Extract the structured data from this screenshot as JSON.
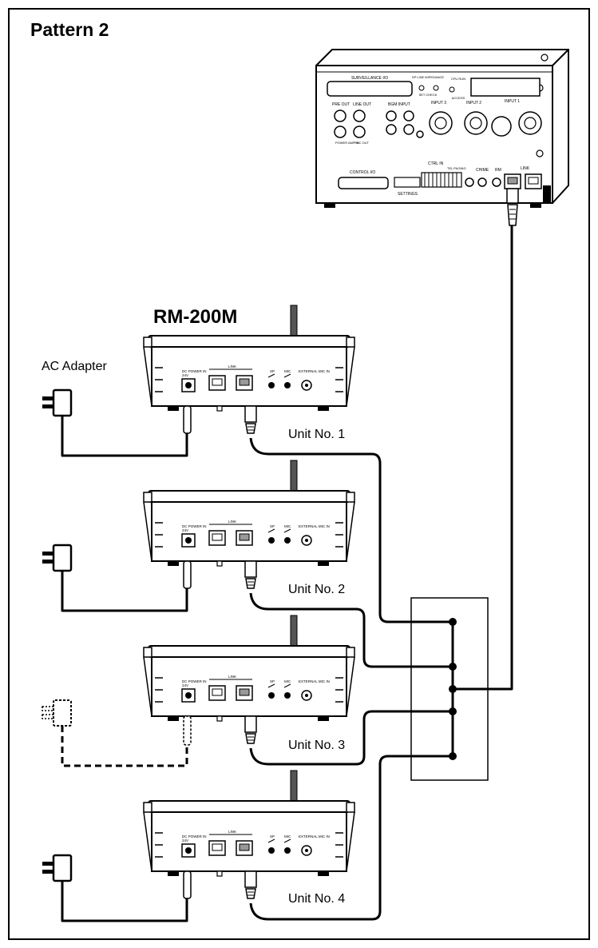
{
  "title": "Pattern 2",
  "model": "RM-200M",
  "ac_adapter_label": "AC Adapter",
  "units": [
    {
      "label": "Unit No. 1",
      "adapter": "connected"
    },
    {
      "label": "Unit No. 2",
      "adapter": "connected"
    },
    {
      "label": "Unit No. 3",
      "adapter": "optional"
    },
    {
      "label": "Unit No. 4",
      "adapter": "connected"
    }
  ],
  "remote_panel": {
    "dc_power_in": "DC POWER IN",
    "voltage": "24V",
    "link": "LINK",
    "sp": "SP",
    "mic": "MIC",
    "external_mic_in": "EXTERNAL MIC IN"
  },
  "amplifier_panel": {
    "surveillance_io": "SURVEILLANCE I/O",
    "sp_line_impedance": "SP LINE IMPEDANCE",
    "set_check": "SET CHECK",
    "cpu_run": "CPU RUN",
    "access": "ACCESS",
    "pre_out": "PRE OUT",
    "line_out": "LINE OUT",
    "bgm_input": "BGM INPUT",
    "input_3": "INPUT 3",
    "input_2": "INPUT 2",
    "input_1": "INPUT 1",
    "power_amp_in": "POWER AMP IN",
    "rec_out": "REC OUT",
    "control_io": "CONTROL I/O",
    "settings": "SETTINGS",
    "ctrl_in": "CTRL IN",
    "tel_paging": "TEL PAGING",
    "chime": "CHIME",
    "rm": "RM",
    "link": "LINK"
  }
}
